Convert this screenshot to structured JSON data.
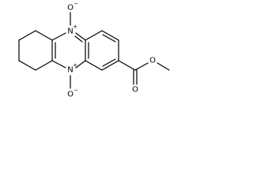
{
  "molecule": {
    "atoms": {
      "n_top": "N",
      "n_top_charge": "+",
      "o_top": "O",
      "o_top_charge": "−",
      "n_bottom": "N",
      "n_bottom_charge": "+",
      "o_bottom": "O",
      "o_bottom_charge": "−",
      "o_carbonyl": "O",
      "o_ester": "O"
    },
    "colors": {
      "bond": "#000000",
      "label": "#000000",
      "background": "#ffffff"
    }
  }
}
